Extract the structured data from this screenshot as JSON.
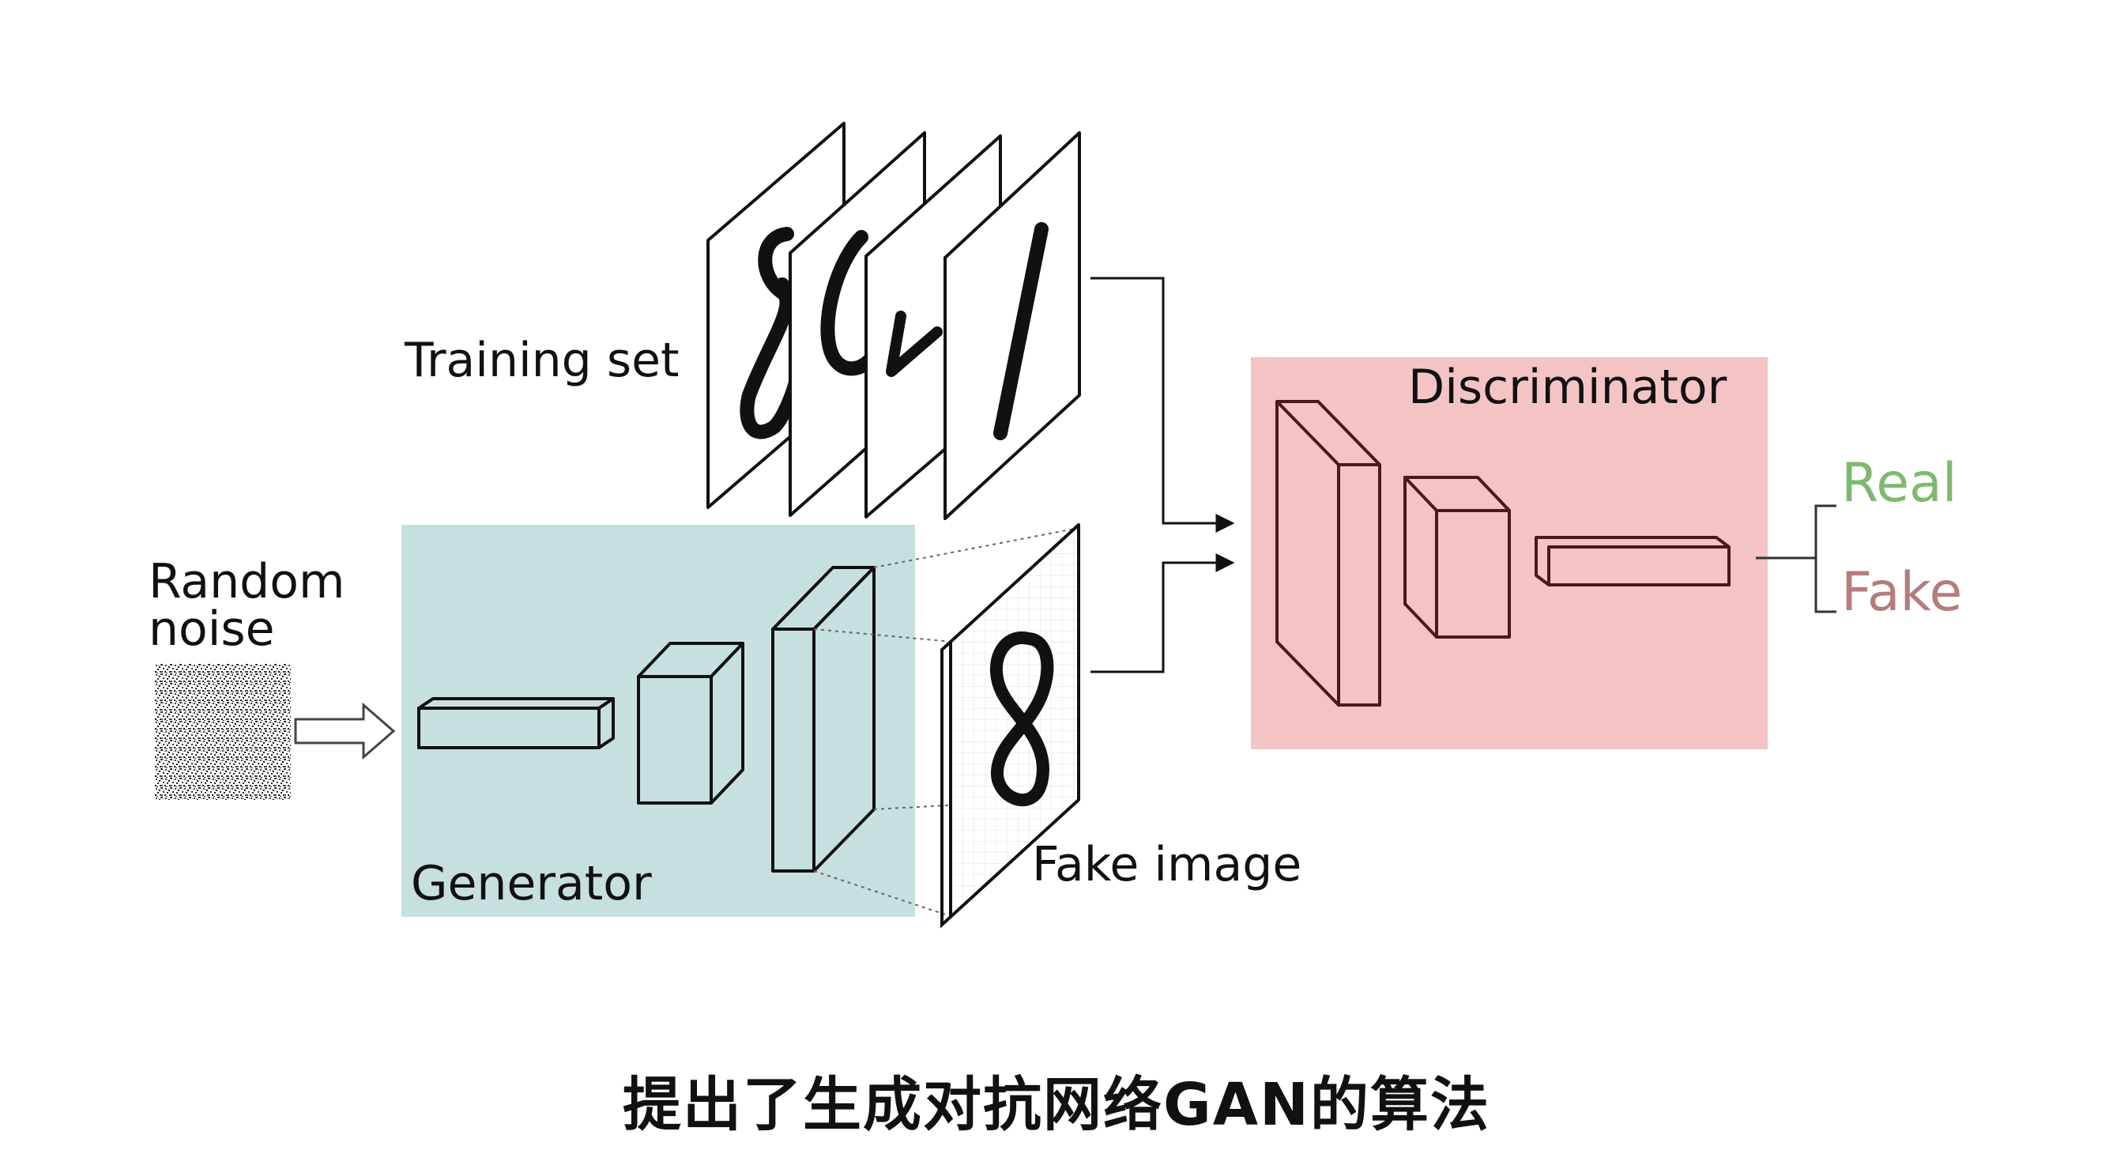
{
  "labels": {
    "training_set": "Training set",
    "random_noise_line1": "Random",
    "random_noise_line2": "noise",
    "generator": "Generator",
    "fake_image": "Fake image",
    "discriminator": "Discriminator",
    "real": "Real",
    "fake": "Fake"
  },
  "subtitle": "提出了生成对抗网络GAN的算法",
  "colors": {
    "generator_box": "#c6dfdf",
    "discriminator_box": "#f4c4c5",
    "real_label": "#7fb86f",
    "fake_label": "#b57c7c",
    "discriminator_stroke": "#4a1a1a"
  }
}
